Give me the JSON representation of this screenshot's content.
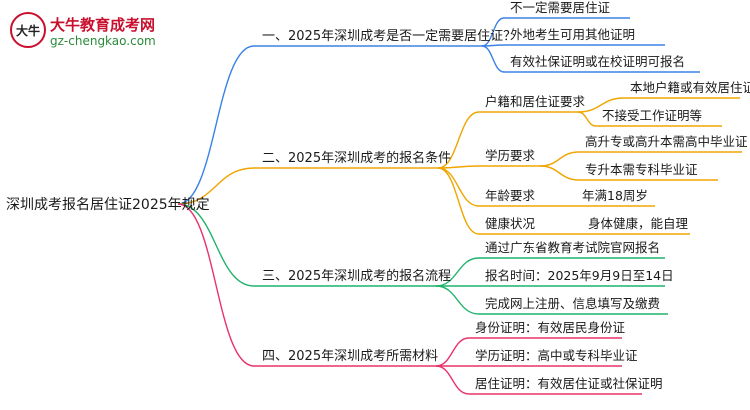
{
  "logo": {
    "name": "大牛教育成考网",
    "url": "gz-chengkao.com",
    "mark": "大牛"
  },
  "mindmap": {
    "root": "深圳成考报名居住证2025年规定",
    "branches": [
      {
        "label": "一、2025年深圳成考是否一定需要居住证？",
        "color": "#3b82e6",
        "children": [
          {
            "label": "不一定需要居住证"
          },
          {
            "label": "外地考生可用其他证明"
          },
          {
            "label": "有效社保证明或在校证明可报名"
          }
        ]
      },
      {
        "label": "二、2025年深圳成考的报名条件",
        "color": "#f0a500",
        "children": [
          {
            "label": "户籍和居住证要求",
            "children": [
              {
                "label": "本地户籍或有效居住证"
              },
              {
                "label": "不接受工作证明等"
              }
            ]
          },
          {
            "label": "学历要求",
            "children": [
              {
                "label": "高升专或高升本需高中毕业证"
              },
              {
                "label": "专升本需专科毕业证"
              }
            ]
          },
          {
            "label": "年龄要求",
            "children": [
              {
                "label": "年满18周岁"
              }
            ]
          },
          {
            "label": "健康状况",
            "children": [
              {
                "label": "身体健康，能自理"
              }
            ]
          }
        ]
      },
      {
        "label": "三、2025年深圳成考的报名流程",
        "color": "#1fb36b",
        "children": [
          {
            "label": "通过广东省教育考试院官网报名"
          },
          {
            "label": "报名时间：2025年9月9日至14日"
          },
          {
            "label": "完成网上注册、信息填写及缴费"
          }
        ]
      },
      {
        "label": "四、2025年深圳成考所需材料",
        "color": "#e8336b",
        "children": [
          {
            "label": "身份证明：有效居民身份证"
          },
          {
            "label": "学历证明：高中或专科毕业证"
          },
          {
            "label": "居住证明：有效居住证或社保证明"
          }
        ]
      }
    ]
  }
}
